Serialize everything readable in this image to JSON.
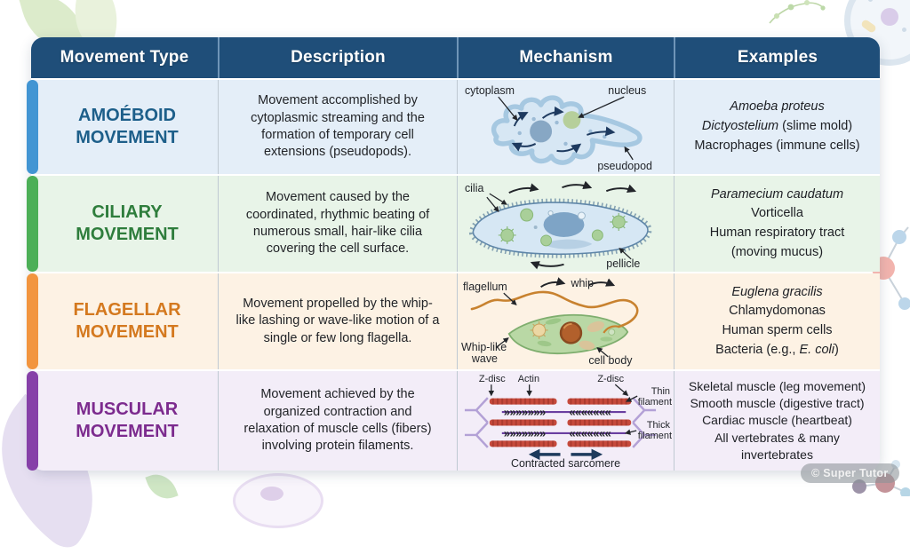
{
  "header": {
    "columns": [
      "Movement Type",
      "Description",
      "Mechanism",
      "Examples"
    ],
    "bg": "#1f4e79",
    "divider": "#6f95b8"
  },
  "watermark": {
    "label": "© Super Tutor"
  },
  "rows": [
    {
      "name": "amoeboid",
      "type_label": "AMOÉBOID MOVEMENT",
      "description": "Movement accomplished by cytoplasmic streaming and the formation of temporary cell extensions (pseudopods).",
      "colors": {
        "bg": "#e4eef8",
        "accent": "#4295d3",
        "title": "#1d5f8a"
      },
      "mechanism": {
        "labels": {
          "cytoplasm": "cytoplasm",
          "nucleus": "nucleus",
          "pseudopod": "pseudopod"
        }
      },
      "examples": [
        [
          {
            "t": "Amoeba proteus",
            "i": true
          }
        ],
        [
          {
            "t": "Dictyostelium",
            "i": true
          },
          {
            "t": " (slime mold)",
            "i": false
          }
        ],
        [
          {
            "t": "Macrophages (immune cells)",
            "i": false
          }
        ]
      ]
    },
    {
      "name": "ciliary",
      "type_label": "CILIARY MOVEMENT",
      "description": "Movement caused by the coordinated, rhythmic beating of numerous small, hair-like cilia covering the cell surface.",
      "colors": {
        "bg": "#e8f4e8",
        "accent": "#4caf57",
        "title": "#2e7d3c"
      },
      "mechanism": {
        "labels": {
          "cilia": "cilia",
          "pellicle": "pellicle"
        }
      },
      "examples": [
        [
          {
            "t": "Paramecium caudatum",
            "i": true
          }
        ],
        [
          {
            "t": "Vorticella",
            "i": false
          }
        ],
        [
          {
            "t": "Human respiratory tract",
            "i": false
          }
        ],
        [
          {
            "t": "(moving mucus)",
            "i": false
          }
        ]
      ]
    },
    {
      "name": "flagellar",
      "type_label": "FLAGELLAR MOVEMENT",
      "description": "Movement propelled by the whip-like lashing or wave-like motion of a single or few long flagella.",
      "colors": {
        "bg": "#fdf2e4",
        "accent": "#f2953f",
        "title": "#d4791f"
      },
      "mechanism": {
        "labels": {
          "flagellum": "flagellum",
          "whip": "whip",
          "whip_like_wave": [
            "Whip-like",
            "wave"
          ],
          "cell_body": "cell body"
        }
      },
      "examples": [
        [
          {
            "t": "Euglena gracilis",
            "i": true
          }
        ],
        [
          {
            "t": "Chlamydomonas",
            "i": false
          }
        ],
        [
          {
            "t": "Human sperm cells",
            "i": false
          }
        ],
        [
          {
            "t": "Bacteria (e.g., ",
            "i": false
          },
          {
            "t": "E. coli",
            "i": true
          },
          {
            "t": ")",
            "i": false
          }
        ]
      ]
    },
    {
      "name": "muscular",
      "type_label": "MUSCULAR MOVEMENT",
      "description": "Movement achieved by the organized contraction and relaxation of muscle cells (fibers) involving protein filaments.",
      "colors": {
        "bg": "#f3edf8",
        "accent": "#8640a8",
        "title": "#7c2b8e"
      },
      "mechanism": {
        "labels": {
          "z_disc_left": "Z-disc",
          "actin": "Actin",
          "z_disc_right": "Z-disc",
          "thin_filament": [
            "Thin",
            "filament"
          ],
          "thick_filament": [
            "Thick",
            "filament"
          ],
          "caption": "Contracted sarcomere"
        }
      },
      "examples": [
        [
          {
            "t": "Skeletal muscle (leg movement)",
            "i": false
          }
        ],
        [
          {
            "t": "Smooth muscle (digestive tract)",
            "i": false
          }
        ],
        [
          {
            "t": "Cardiac muscle (heartbeat)",
            "i": false
          }
        ],
        [
          {
            "t": "All vertebrates & many",
            "i": false
          }
        ],
        [
          {
            "t": "invertebrates",
            "i": false
          }
        ]
      ]
    }
  ]
}
